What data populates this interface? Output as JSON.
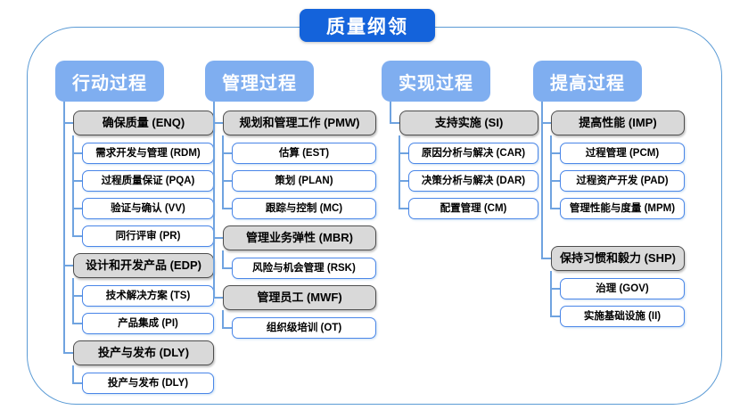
{
  "title": "质量纲领",
  "palette": {
    "title_bg": "#1463DB",
    "header_bg": "#7FAEF0",
    "gray_fill": "#D9D9D9",
    "gray_border": "#4D4D4D",
    "white_border": "#4A86E8",
    "connector": "#6FA3E0",
    "outer_border": "#5B9BD5"
  },
  "columns": [
    {
      "header": "行动过程",
      "groups": [
        {
          "label": "确保质量 (ENQ)",
          "children": [
            "需求开发与管理 (RDM)",
            "过程质量保证 (PQA)",
            "验证与确认 (VV)",
            "同行评审 (PR)"
          ]
        },
        {
          "label": "设计和开发产品 (EDP)",
          "children": [
            "技术解决方案 (TS)",
            "产品集成 (PI)"
          ]
        },
        {
          "label": "投产与发布 (DLY)",
          "children": [
            "投产与发布 (DLY)"
          ]
        }
      ]
    },
    {
      "header": "管理过程",
      "groups": [
        {
          "label": "规划和管理工作 (PMW)",
          "children": [
            "估算 (EST)",
            "策划 (PLAN)",
            "跟踪与控制 (MC)"
          ]
        },
        {
          "label": "管理业务弹性 (MBR)",
          "children": [
            "风险与机会管理 (RSK)"
          ]
        },
        {
          "label": "管理员工 (MWF)",
          "children": [
            "组织级培训 (OT)"
          ]
        }
      ]
    },
    {
      "header": "实现过程",
      "groups": [
        {
          "label": "支持实施 (SI)",
          "children": [
            "原因分析与解决 (CAR)",
            "决策分析与解决 (DAR)",
            "配置管理 (CM)"
          ]
        }
      ]
    },
    {
      "header": "提高过程",
      "groups": [
        {
          "label": "提高性能 (IMP)",
          "children": [
            "过程管理 (PCM)",
            "过程资产开发 (PAD)",
            "管理性能与度量 (MPM)"
          ]
        },
        {
          "label": "保持习惯和毅力 (SHP)",
          "children": [
            "治理 (GOV)",
            "实施基础设施 (II)"
          ]
        }
      ]
    }
  ]
}
